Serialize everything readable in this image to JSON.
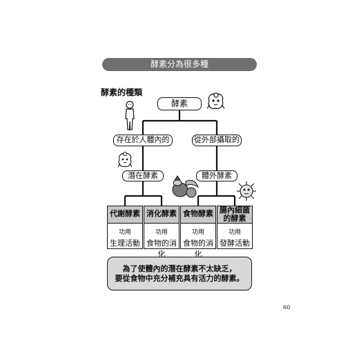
{
  "banner": {
    "text": "酵素分為很多種"
  },
  "section_title": "酵素的種類",
  "tree": {
    "root": "酵素",
    "left_branch": "存在於人體內的",
    "right_branch": "從外部攝取的",
    "left_node": "潛在酵素",
    "right_node": "體外酵素",
    "leaves": [
      {
        "title": "代謝酵素",
        "sub": "功用",
        "desc": "生理活動"
      },
      {
        "title": "消化酵素",
        "sub": "功用",
        "desc": "食物的消化"
      },
      {
        "title": "食物酵素",
        "sub": "功用",
        "desc": "食物的消化"
      },
      {
        "title_line1": "腸內細菌",
        "title_line2": "的酵素",
        "sub": "功用",
        "desc": "發酵活動"
      }
    ]
  },
  "note": {
    "line1": "為了使體內的潛在酵素不太缺乏，",
    "line2": "要從食物中充分補充具有活力的酵素。"
  },
  "page_number": "60",
  "icons": [
    "person-icon",
    "enzyme-character-icon",
    "fruit-vegetable-icon",
    "bacteria-character-icon"
  ]
}
